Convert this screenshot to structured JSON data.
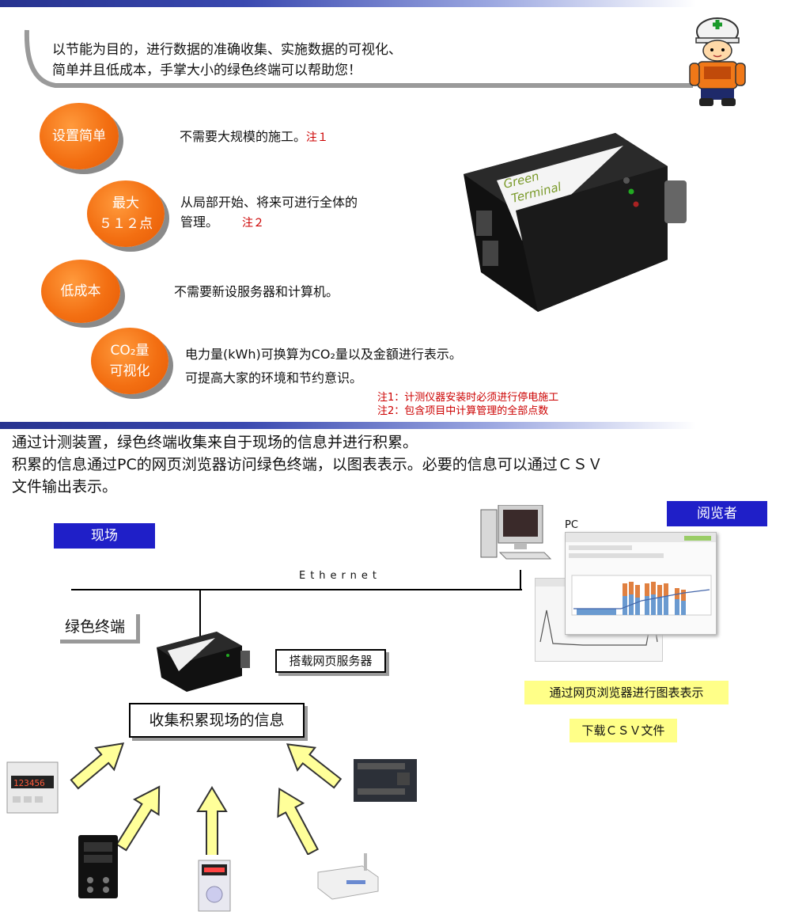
{
  "header": {
    "intro_line1": "以节能为目的，进行数据的准确收集、实施数据的可视化、",
    "intro_line2": "简单并且低成本，手掌大小的绿色终端可以帮助您！"
  },
  "features": [
    {
      "badge": "设置简单",
      "text": "不需要大规模的施工。",
      "note": "注１"
    },
    {
      "badge_line1": "最大",
      "badge_line2": "５１２点",
      "text_line1": "从局部开始、将来可进行全体的",
      "text_line2": "管理。",
      "note": "注２"
    },
    {
      "badge": "低成本",
      "text": "不需要新设服务器和计算机。"
    },
    {
      "badge_line1": "CO₂量",
      "badge_line2": "可视化",
      "text_line1": "电力量(kWh)可换算为CO₂量以及金額进行表示。",
      "text_line2": "可提高大家的环境和节约意识。"
    }
  ],
  "notes": {
    "note1": "注1：计测仪器安装时必须进行停电施工",
    "note2": "注2：包含项目中计算管理的全部点数"
  },
  "device_logo": {
    "line1": "Green",
    "line2": "Terminal"
  },
  "description": {
    "line1": "通过计测装置，绿色终端收集来自于现场的信息并进行积累。",
    "line2": "积累的信息通过PC的网页浏览器访问绿色终端，以图表表示。必要的信息可以通过ＣＳＶ",
    "line3": "文件输出表示。"
  },
  "diagram": {
    "site_label": "现场",
    "viewer_label": "阅览者",
    "ethernet_label": "Ethernet",
    "pc_label": "PC",
    "terminal_label": "绿色终端",
    "webserver_label": "搭载网页服务器",
    "collect_label": "收集积累现场的信息",
    "browser_chart_label": "通过网页浏览器进行图表表示",
    "csv_label": "下载ＣＳＶ文件",
    "meter_display": "123456"
  },
  "colors": {
    "badge_orange": "#f36f12",
    "label_blue": "#1f1fc8",
    "note_red": "#cc0000",
    "highlight_yellow": "#ffff88",
    "arrow_yellow": "#ffff99"
  }
}
